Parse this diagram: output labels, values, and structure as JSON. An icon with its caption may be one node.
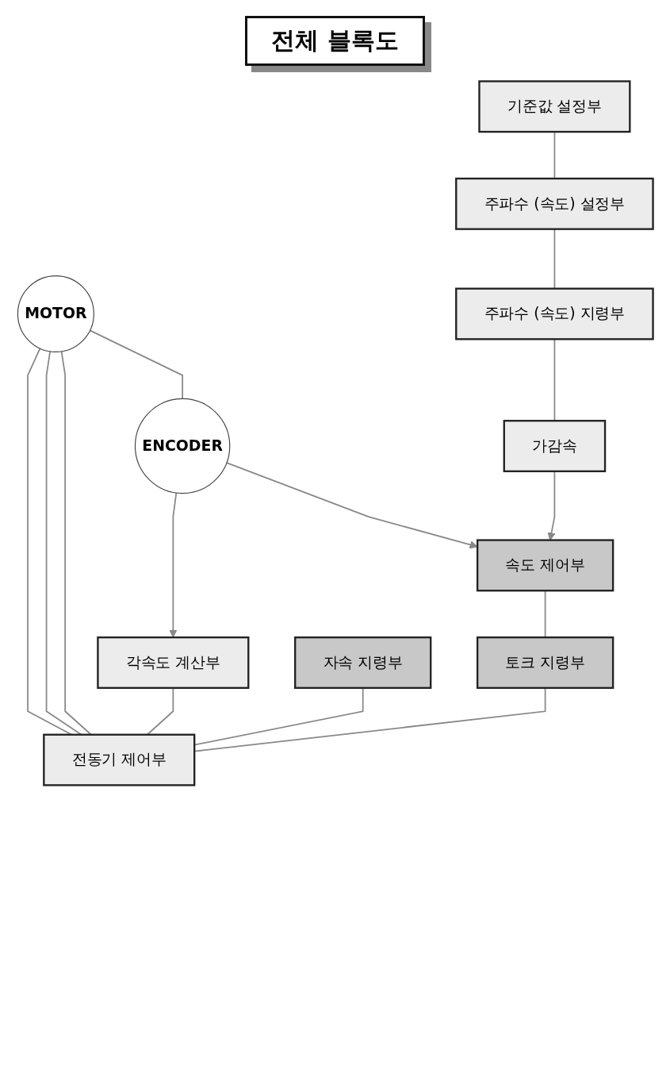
{
  "diagram": {
    "title": "전체 블록도",
    "nodes": [
      {
        "text": [
          "MOTOR"
        ]
      },
      {
        "text": [
          "ENCODER"
        ]
      },
      {
        "text": [
          "전동기 제어부"
        ]
      },
      {
        "text": [
          "자속 지령부"
        ]
      },
      {
        "text": [
          "토크 지령부"
        ]
      },
      {
        "text": [
          "각속도 계산부"
        ]
      },
      {
        "text": [
          "속도 제어부"
        ]
      },
      {
        "text": [
          "가감속"
        ]
      },
      {
        "text": [
          "주파수 (속도) 지령부"
        ]
      },
      {
        "text": [
          "주파수 (속도) 설정부"
        ]
      },
      {
        "text": [
          "기준값 설정부"
        ]
      }
    ],
    "edges": [
      {
        "from": 0,
        "to": 1,
        "arrow": "none"
      },
      {
        "from": 0,
        "to": 2,
        "arrow": "none"
      },
      {
        "from": 0,
        "to": 2,
        "arrow": "none"
      },
      {
        "from": 0,
        "to": 2,
        "arrow": "none"
      },
      {
        "from": 5,
        "to": 2,
        "arrow": "none"
      },
      {
        "from": 3,
        "to": 2,
        "arrow": "none"
      },
      {
        "from": 4,
        "to": 2,
        "arrow": "none"
      },
      {
        "from": 6,
        "to": 4,
        "arrow": "none"
      },
      {
        "from": 1,
        "to": 6,
        "arrow": "to"
      },
      {
        "from": 1,
        "to": 5,
        "arrow": "to"
      },
      {
        "from": 7,
        "to": 6,
        "arrow": "to"
      },
      {
        "from": 8,
        "to": 7,
        "arrow": "none"
      },
      {
        "from": 9,
        "to": 8,
        "arrow": "none"
      },
      {
        "from": 10,
        "to": 9,
        "arrow": "none"
      }
    ]
  }
}
